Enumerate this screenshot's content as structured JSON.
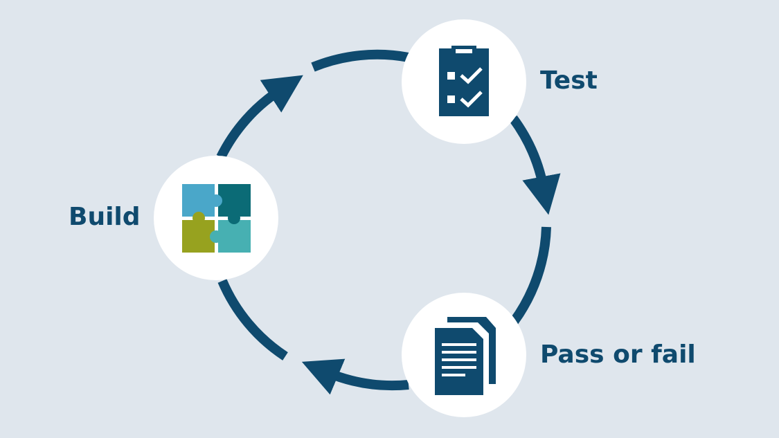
{
  "diagram": {
    "type": "cycle",
    "stages": [
      {
        "id": "test",
        "label": "Test",
        "icon": "clipboard-checklist-icon"
      },
      {
        "id": "pass",
        "label": "Pass or fail",
        "icon": "documents-icon"
      },
      {
        "id": "build",
        "label": "Build",
        "icon": "puzzle-pieces-icon"
      }
    ],
    "flow": "clockwise"
  },
  "colors": {
    "background": "#dfe6ed",
    "accent": "#0f4a6e",
    "circle_fill": "#ffffff",
    "puzzle_blue": "#4aa7c9",
    "puzzle_teal_dark": "#0b6b76",
    "puzzle_olive": "#97a21f",
    "puzzle_teal_light": "#47b0b2"
  }
}
